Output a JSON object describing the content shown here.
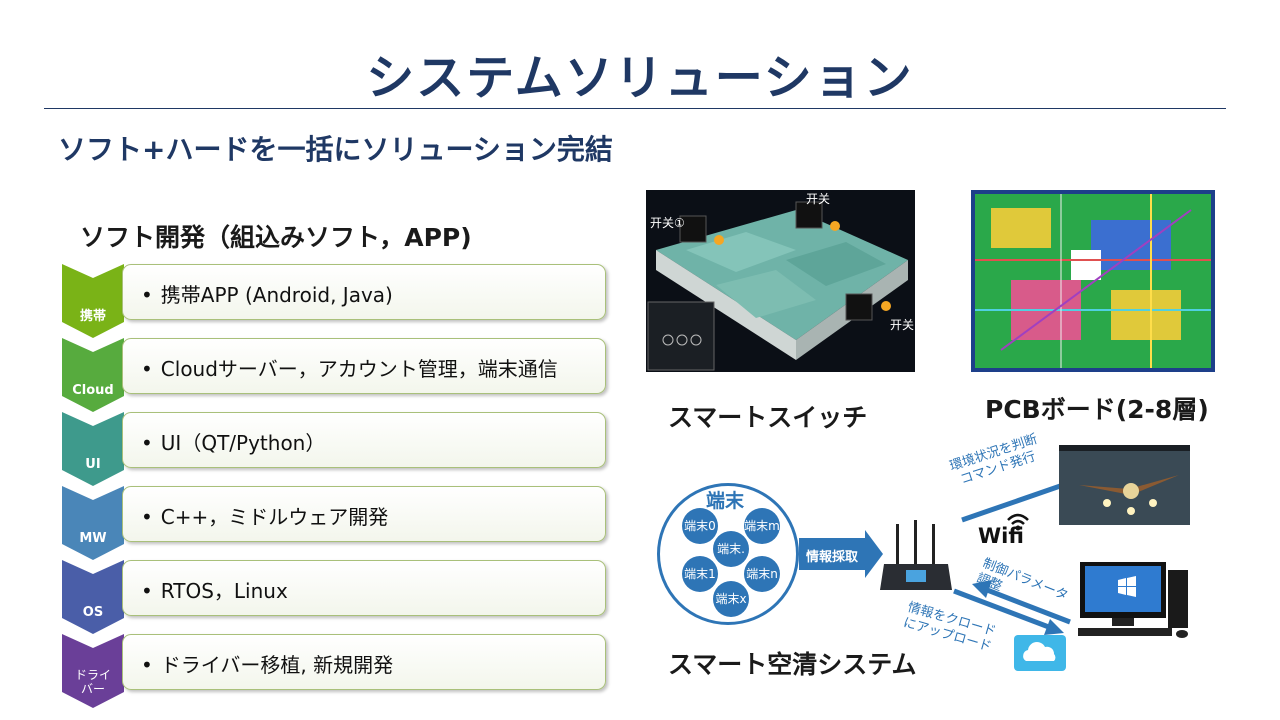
{
  "page": {
    "title": "システムソリューション",
    "subtitle": "ソフト+ハードを一括にソリューション完結"
  },
  "software": {
    "heading": "ソフト開発（組込みソフト，APP)",
    "rows": [
      {
        "tag": "携帯",
        "text": "携帯APP (Android, Java)",
        "color": "#7ab317"
      },
      {
        "tag": "Cloud",
        "text": "Cloudサーバー，アカウント管理，端末通信",
        "color": "#57ab3e"
      },
      {
        "tag": "UI",
        "text": "UI（QT/Python）",
        "color": "#3e9a8c"
      },
      {
        "tag": "MW",
        "text": "C++，ミドルウェア開発",
        "color": "#4a86b8"
      },
      {
        "tag": "OS",
        "text": "RTOS，Linux",
        "color": "#4a5ea8"
      },
      {
        "tag": "ドライバー",
        "text": "ドライバー移植, 新規開発",
        "color": "#6a3f98"
      }
    ]
  },
  "images": {
    "switch": {
      "caption": "スマートスイッチ",
      "labels": [
        "开关①",
        "开关",
        "开关"
      ]
    },
    "pcb": {
      "caption": "PCBボード(2-8層)"
    },
    "aircleaner": {
      "caption": "スマート空清システム",
      "terminal_title": "端末",
      "nodes": [
        "端末0",
        "端末m",
        "端末.",
        "端末1",
        "端末n",
        "端末x"
      ],
      "arrow_label": "情報採取",
      "wifi_label": "Wifi",
      "note_env": [
        "環境状況を判断",
        "コマンド発行"
      ],
      "note_param": [
        "制御パラメータ",
        "調整"
      ],
      "note_cloud": [
        "情報をクロード",
        "にアップロード"
      ]
    }
  },
  "colors": {
    "title": "#1f3864",
    "accent": "#2e75b6"
  }
}
